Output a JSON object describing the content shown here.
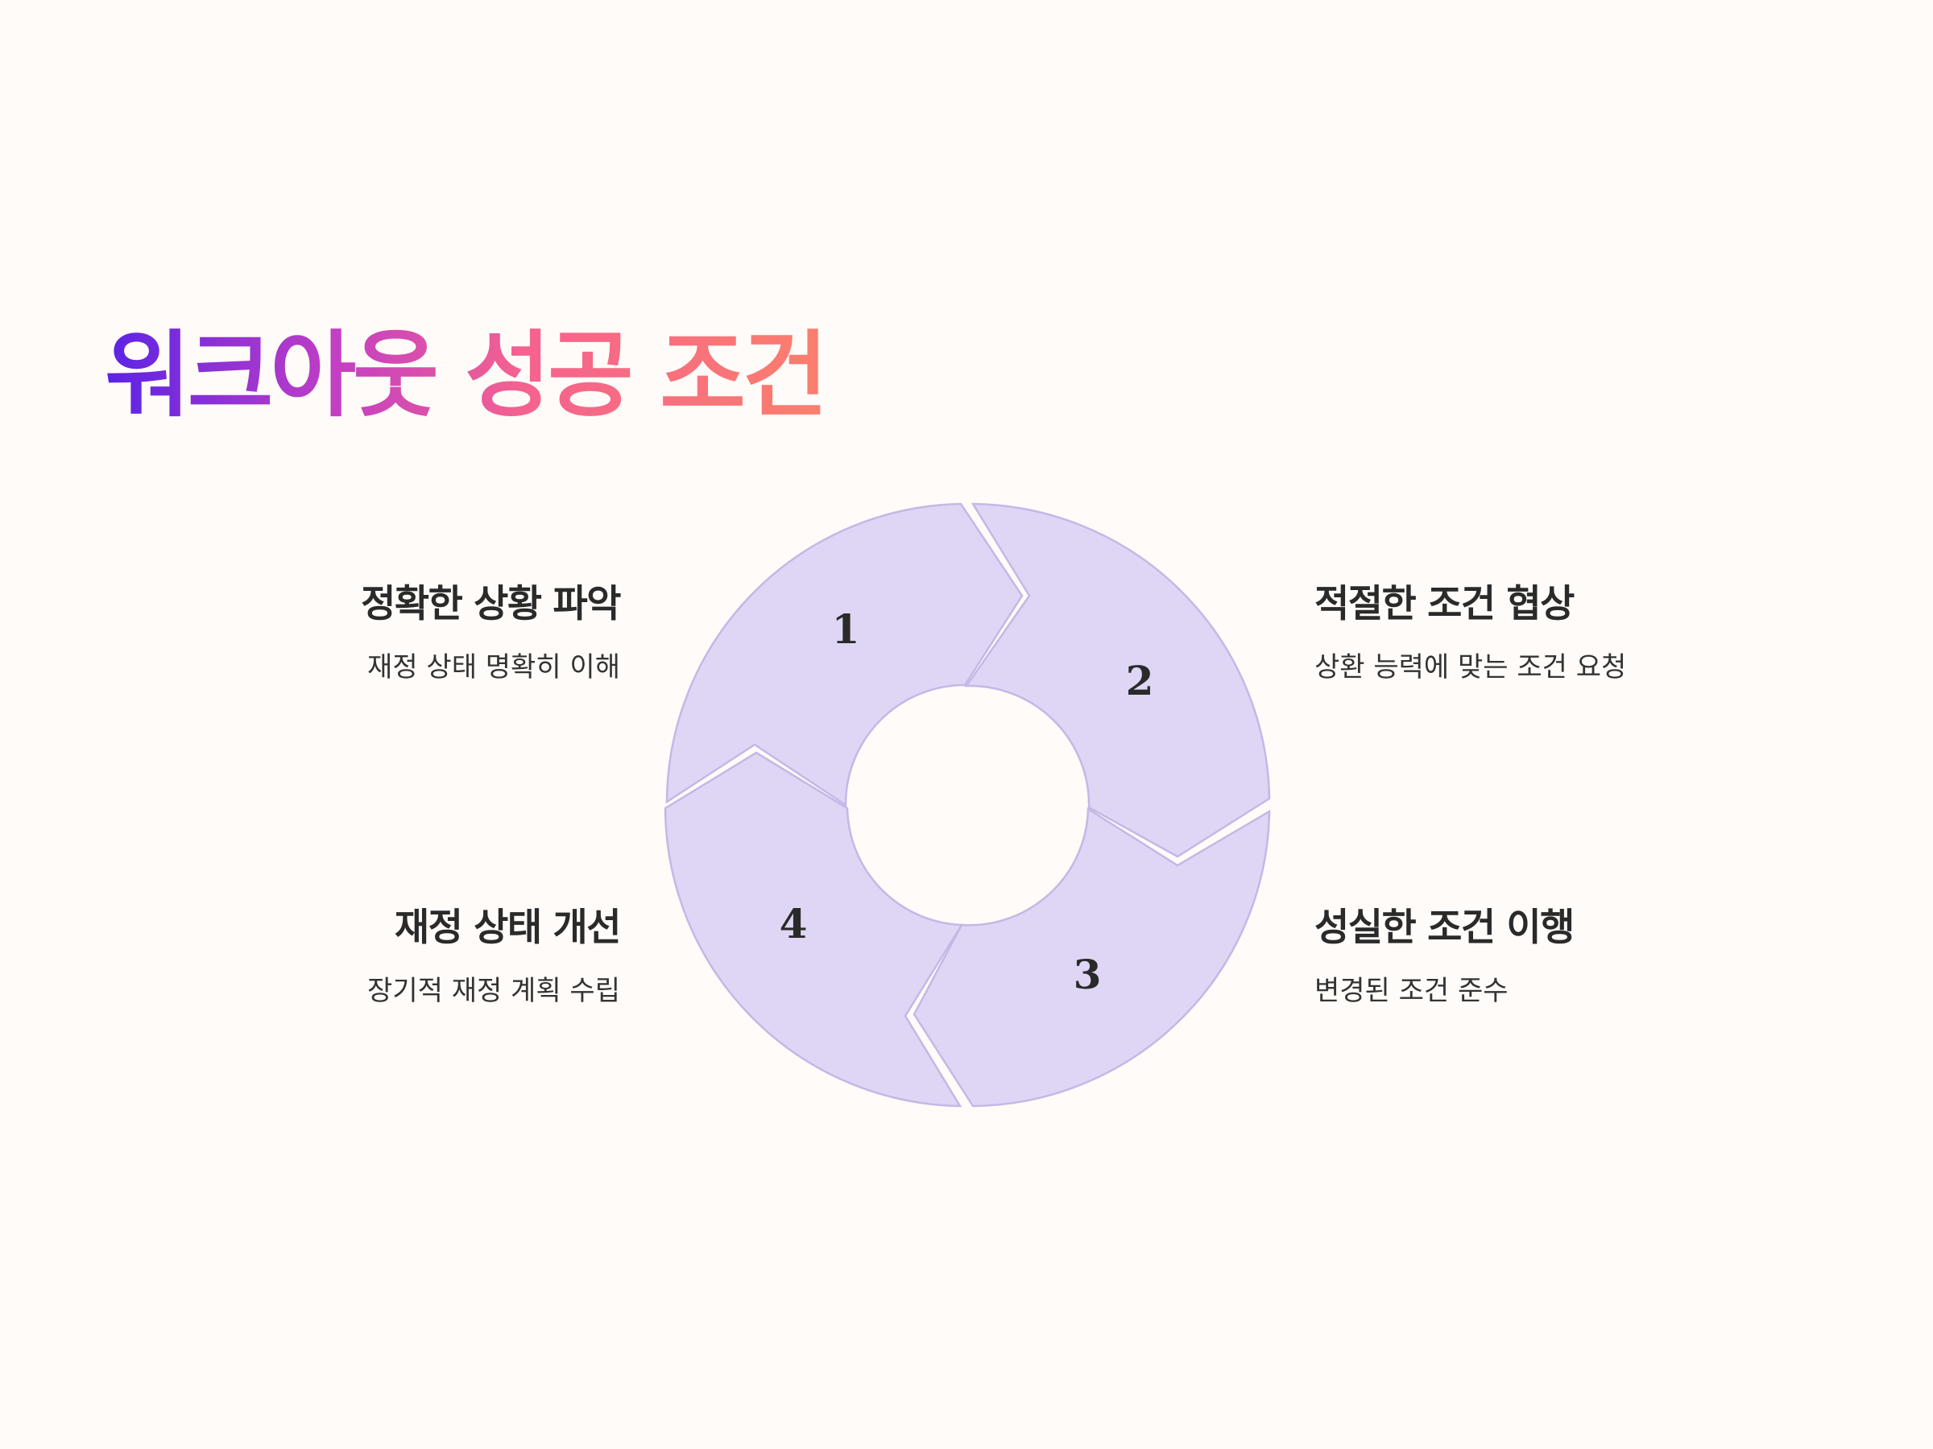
{
  "title": "워크아웃 성공 조건",
  "colors": {
    "background": "#fefbf8",
    "segment_fill": "#dfd6f5",
    "segment_stroke": "#c4b8e6",
    "title_gradient": [
      "#5b23e6",
      "#c23fc4",
      "#f5628f",
      "#fb7f6c"
    ]
  },
  "steps": [
    {
      "number": "1",
      "title": "정확한 상황 파악",
      "description": "재정 상태 명확히 이해"
    },
    {
      "number": "2",
      "title": "적절한 조건 협상",
      "description": "상환 능력에 맞는 조건 요청"
    },
    {
      "number": "3",
      "title": "성실한 조건 이행",
      "description": "변경된 조건 준수"
    },
    {
      "number": "4",
      "title": "재정 상태 개선",
      "description": "장기적 재정 계획 수립"
    }
  ]
}
